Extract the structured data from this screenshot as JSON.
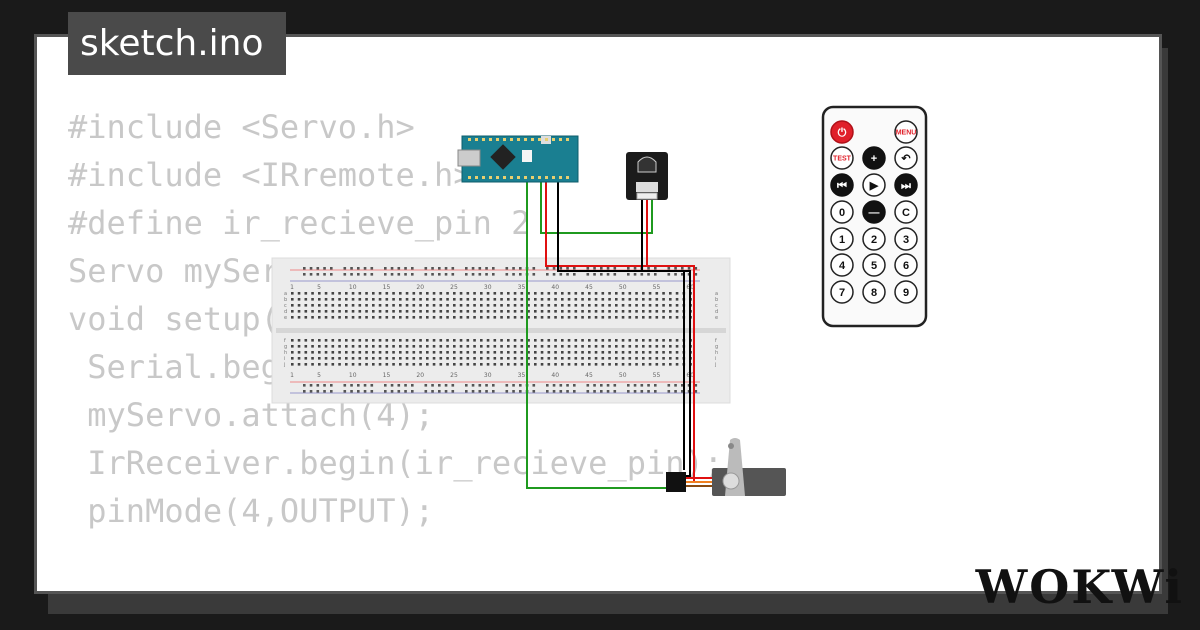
{
  "file_tab": {
    "label": "sketch.ino"
  },
  "code_lines": [
    "#include <Servo.h>",
    "#include <IRremote.h>",
    "#define ir_recieve_pin 2",
    "Servo myServo;",
    "void setup() {",
    " Serial.begin(9600);",
    " myServo.attach(4);",
    " IrReceiver.begin(ir_recieve_pin);",
    " pinMode(4,OUTPUT);",
    "",
    "}"
  ],
  "logo": {
    "text": "WOKWi"
  },
  "breadboard": {
    "column_numbers": [
      "1",
      "5",
      "10",
      "15",
      "20",
      "25",
      "30",
      "35",
      "40",
      "45",
      "50",
      "55",
      "60"
    ],
    "row_letters_top": [
      "a",
      "b",
      "c",
      "d",
      "e"
    ],
    "row_letters_bottom": [
      "f",
      "g",
      "h",
      "i",
      "j"
    ]
  },
  "remote": {
    "buttons": [
      {
        "label": "⏻",
        "style": "power",
        "icon": "power-icon"
      },
      {
        "label": "",
        "style": "blank",
        "icon": ""
      },
      {
        "label": "MENU",
        "style": "outline-red",
        "icon": ""
      },
      {
        "label": "TEST",
        "style": "outline-red",
        "icon": ""
      },
      {
        "label": "+",
        "style": "dark",
        "icon": "plus-icon"
      },
      {
        "label": "↶",
        "style": "outline",
        "icon": "back-icon"
      },
      {
        "label": "⏮",
        "style": "dark",
        "icon": "previous-icon"
      },
      {
        "label": "▶",
        "style": "outline",
        "icon": "play-icon"
      },
      {
        "label": "⏭",
        "style": "dark",
        "icon": "next-icon"
      },
      {
        "label": "0",
        "style": "outline",
        "icon": ""
      },
      {
        "label": "—",
        "style": "dark",
        "icon": "minus-icon"
      },
      {
        "label": "C",
        "style": "outline",
        "icon": ""
      },
      {
        "label": "1",
        "style": "outline",
        "icon": ""
      },
      {
        "label": "2",
        "style": "outline",
        "icon": ""
      },
      {
        "label": "3",
        "style": "outline",
        "icon": ""
      },
      {
        "label": "4",
        "style": "outline",
        "icon": ""
      },
      {
        "label": "5",
        "style": "outline",
        "icon": ""
      },
      {
        "label": "6",
        "style": "outline",
        "icon": ""
      },
      {
        "label": "7",
        "style": "outline",
        "icon": ""
      },
      {
        "label": "8",
        "style": "outline",
        "icon": ""
      },
      {
        "label": "9",
        "style": "outline",
        "icon": ""
      }
    ]
  },
  "colors": {
    "arduino_board": "#1a7f91",
    "wire_green": "#1f9a1f",
    "wire_red": "#e01010",
    "wire_black": "#000000",
    "remote_red": "#e0202a",
    "servo_body": "#555555"
  }
}
